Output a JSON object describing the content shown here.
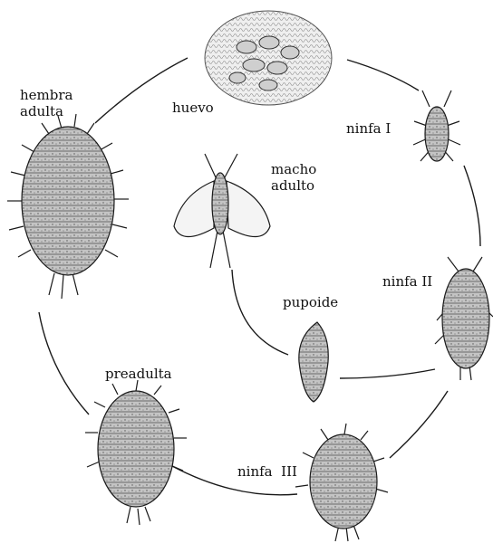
{
  "labels": {
    "hembra_adulta": "hembra adulta",
    "huevo": "huevo",
    "ninfa_1": "ninfa I",
    "macho_adulto": "macho adulto",
    "pupoide": "pupoide",
    "ninfa_2": "ninfa II",
    "preadulta": "preadulta",
    "ninfa_3": "ninfa  III"
  },
  "colors": {
    "ink": "#1a1a1a",
    "body_fill": "#bdbdbd",
    "egg_mass": "#d8d8d8",
    "wing_fill": "#f4f4f4"
  }
}
